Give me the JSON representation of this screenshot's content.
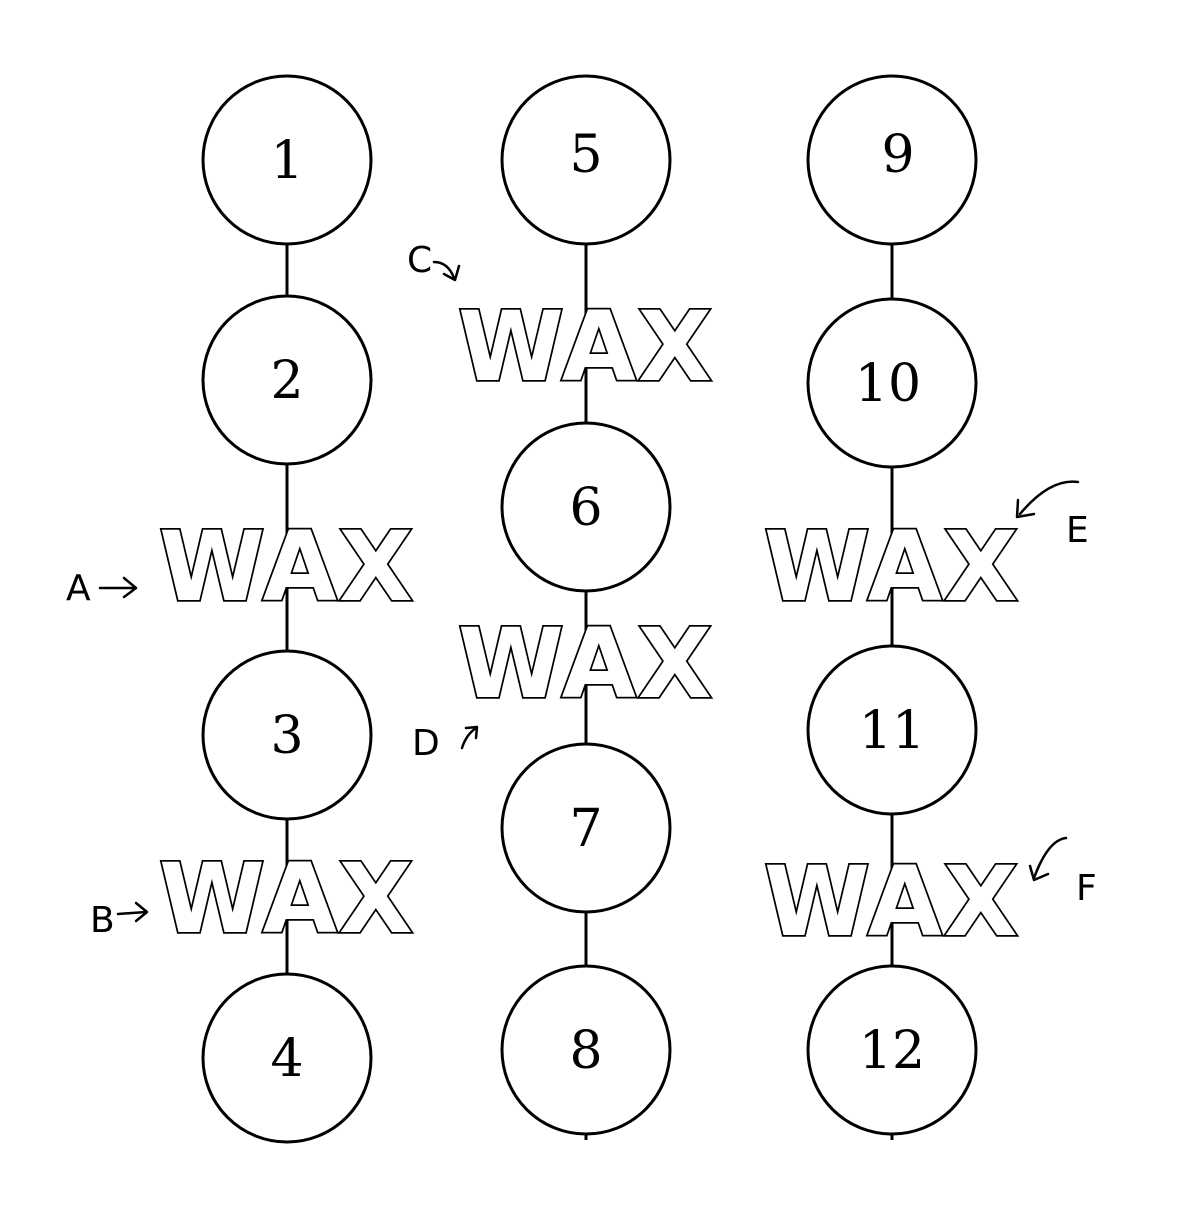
{
  "nodes": [
    "1",
    "2",
    "3",
    "4",
    "5",
    "6",
    "7",
    "8",
    "9",
    "10",
    "11",
    "12"
  ],
  "wax_word": "WAX",
  "markers": [
    "A",
    "B",
    "C",
    "D",
    "E",
    "F"
  ]
}
